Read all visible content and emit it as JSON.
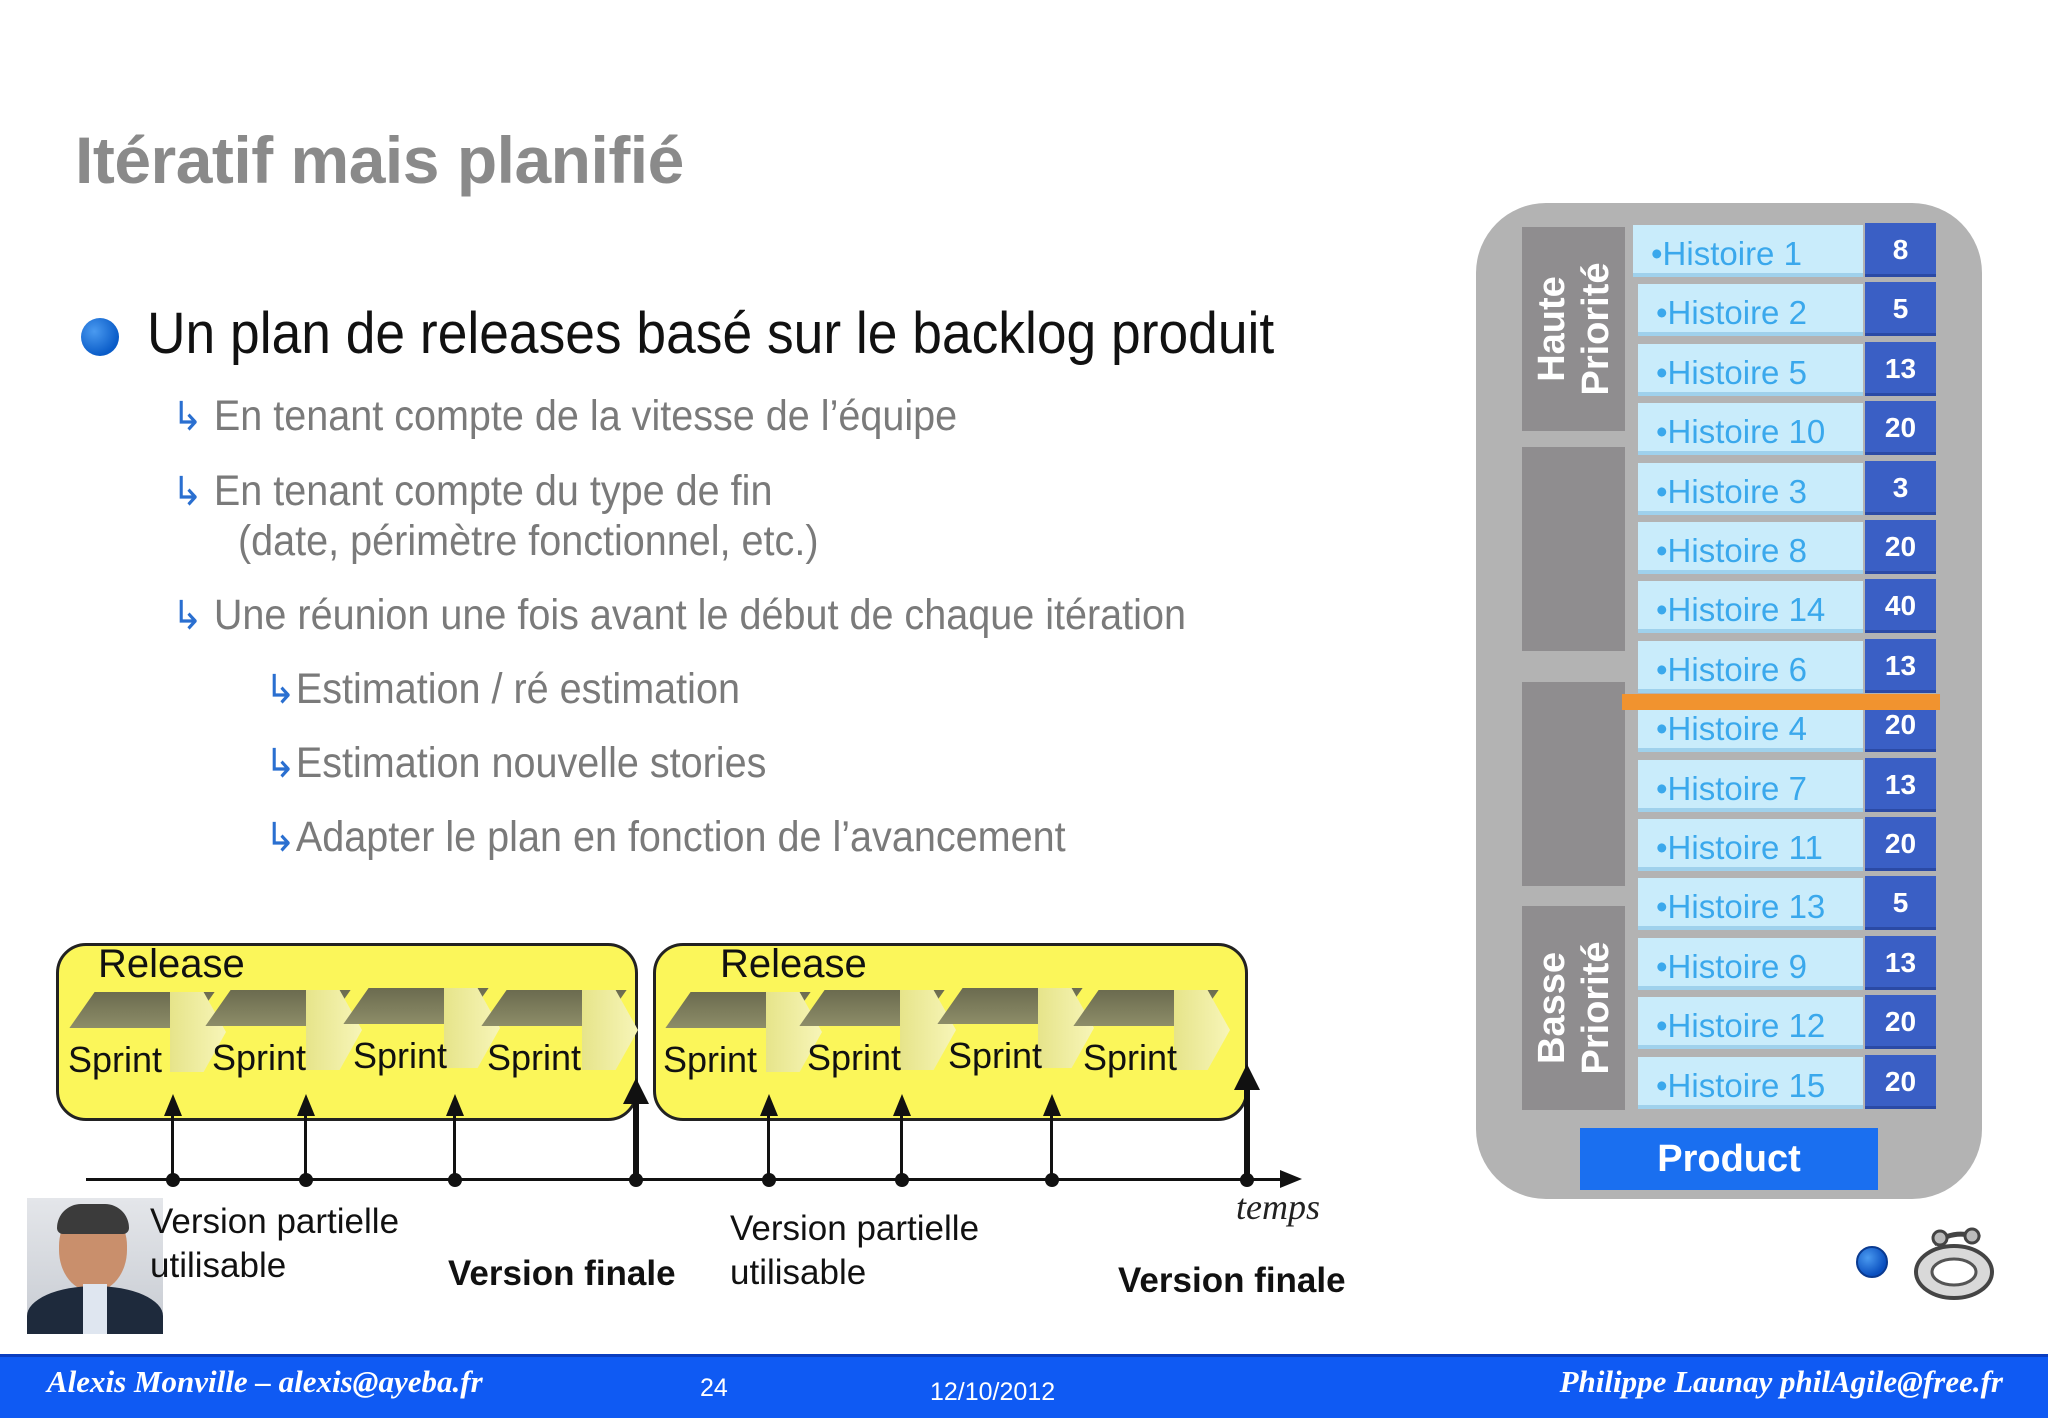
{
  "slide": {
    "title": "Itératif mais planifié",
    "main_bullet": "Un plan de releases basé sur le backlog produit",
    "sub_bullets": [
      "En tenant compte de la vitesse de l’équipe",
      "En tenant compte du type de fin",
      "(date, périmètre fonctionnel, etc.)",
      "Une réunion une fois avant le début de chaque itération"
    ],
    "sub_sub_bullets": [
      "Estimation / ré estimation",
      "Estimation nouvelle stories",
      "Adapter le plan en fonction de l’avancement"
    ],
    "bullet_arrow_glyph": "↳"
  },
  "timeline": {
    "release_label": "Release",
    "sprint_label": "Sprint",
    "partial_version": [
      "Version partielle",
      "utilisable"
    ],
    "final_version": "Version finale",
    "axis_label": "temps"
  },
  "backlog": {
    "high_priority": [
      "Haute",
      "Priorité"
    ],
    "low_priority": [
      "Basse",
      "Priorité"
    ],
    "title": "Product Backlog",
    "stories": [
      {
        "label": "•Histoire 1",
        "points": "8"
      },
      {
        "label": "•Histoire 2",
        "points": "5"
      },
      {
        "label": "•Histoire 5",
        "points": "13"
      },
      {
        "label": "•Histoire 10",
        "points": "20"
      },
      {
        "label": "•Histoire 3",
        "points": "3"
      },
      {
        "label": "•Histoire 8",
        "points": "20"
      },
      {
        "label": "•Histoire 14",
        "points": "40"
      },
      {
        "label": "•Histoire 6",
        "points": "13"
      },
      {
        "label": "•Histoire 4",
        "points": "20"
      },
      {
        "label": "•Histoire 7",
        "points": "13"
      },
      {
        "label": "•Histoire 11",
        "points": "20"
      },
      {
        "label": "•Histoire 13",
        "points": "5"
      },
      {
        "label": "•Histoire 9",
        "points": "13"
      },
      {
        "label": "•Histoire 12",
        "points": "20"
      },
      {
        "label": "•Histoire 15",
        "points": "20"
      }
    ]
  },
  "footer": {
    "left": "Alexis Monville – alexis@ayeba.fr",
    "page": "24",
    "date": "12/10/2012",
    "right": "Philippe Launay  philAgile@free.fr"
  },
  "colors": {
    "accent": "#0f5af3",
    "release_fill": "#fbf65a",
    "story_fill": "#c9ecfb",
    "points_fill": "#3a5fc5",
    "cut_line": "#f1932f"
  }
}
